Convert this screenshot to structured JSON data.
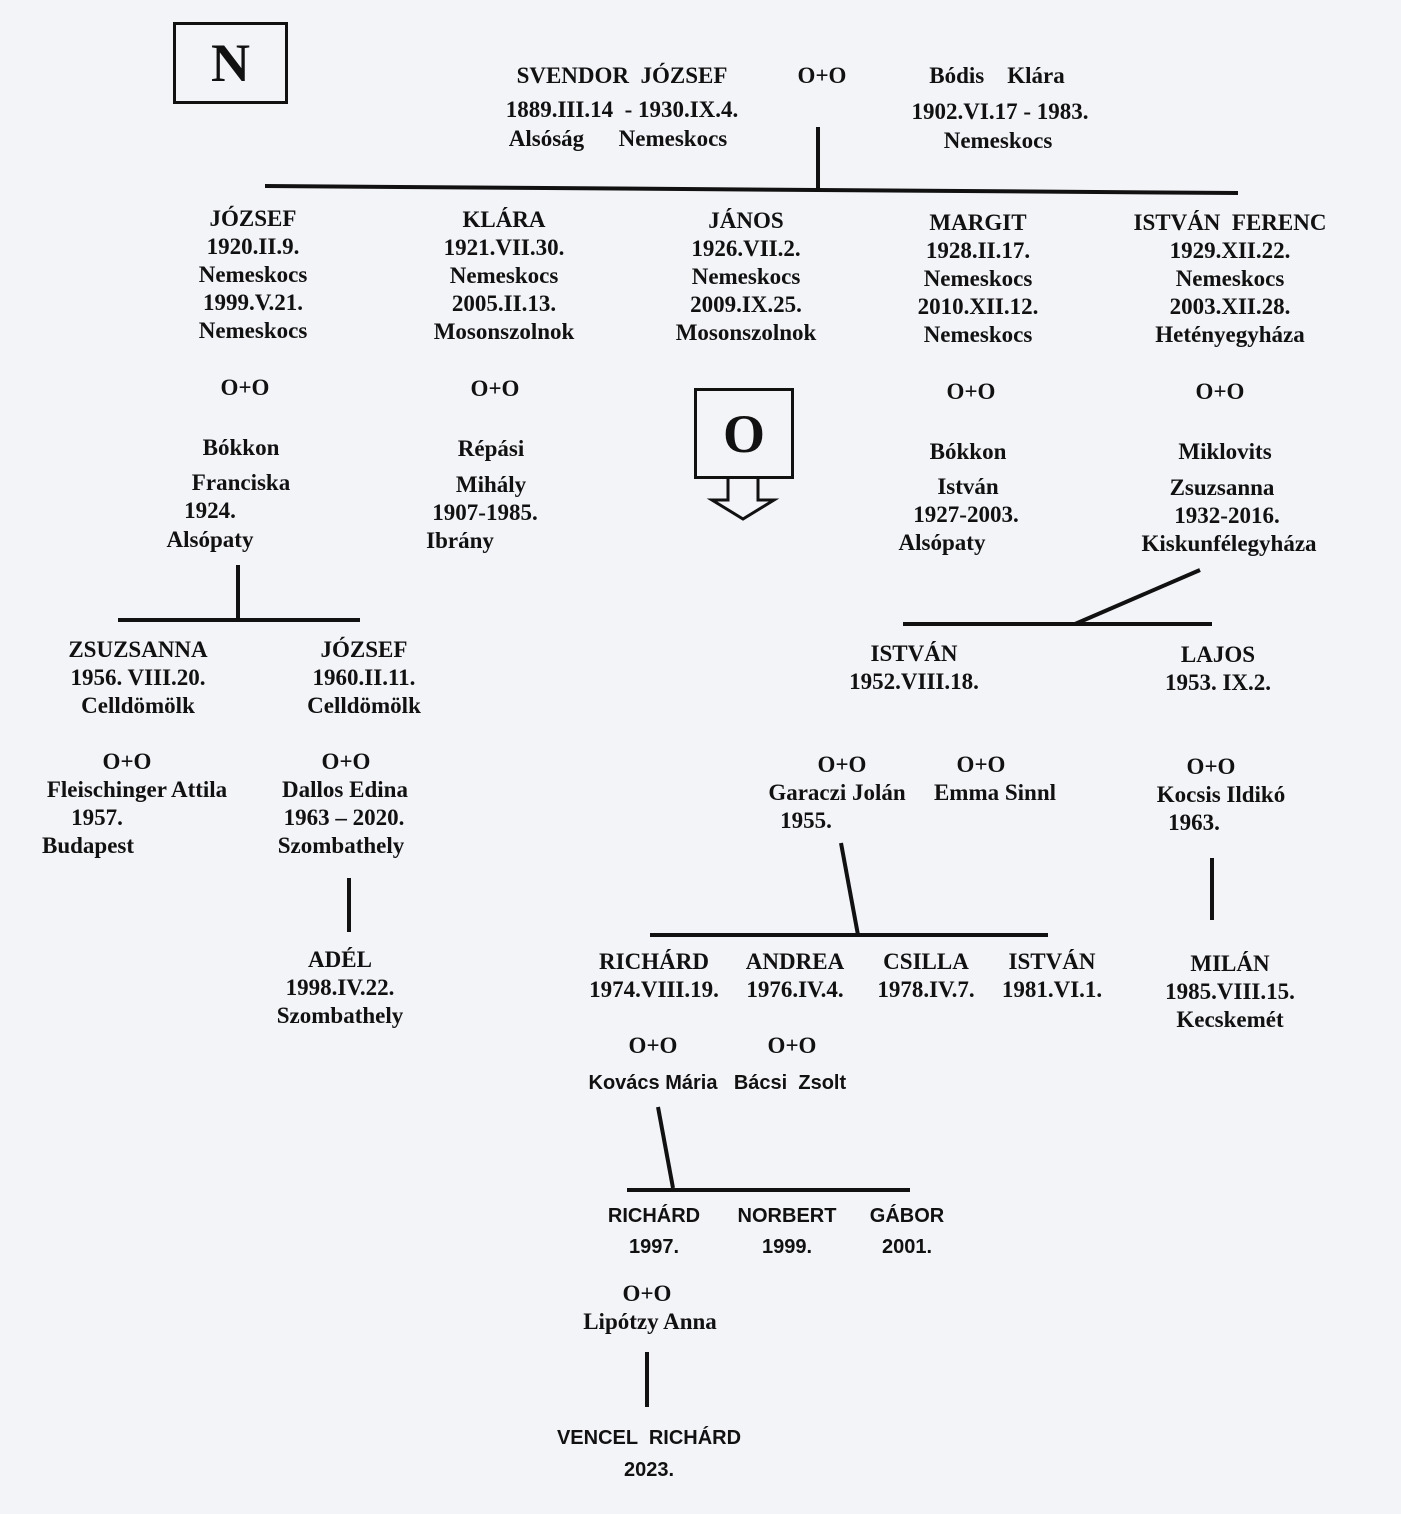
{
  "boxes": {
    "top": "N",
    "continuation": "O"
  },
  "parents": {
    "father": {
      "name": "SVENDOR  JÓZSEF",
      "dates": "1889.III.14  - 1930.IX.4.",
      "places": "Alsóság      Nemeskocs"
    },
    "marriage": "O+O",
    "mother": {
      "name": "Bódis    Klára",
      "dates": "1902.VI.17 - 1983.",
      "place": "Nemeskocs"
    }
  },
  "children": [
    {
      "name": "JÓZSEF",
      "birth": "1920.II.9.",
      "birth_place": "Nemeskocs",
      "death": "1999.V.21.",
      "death_place": "Nemeskocs",
      "marriage": "O+O",
      "spouse": [
        "Bókkon",
        "Franciska",
        "1924.",
        "Alsópaty"
      ]
    },
    {
      "name": "KLÁRA",
      "birth": "1921.VII.30.",
      "birth_place": "Nemeskocs",
      "death": "2005.II.13.",
      "death_place": "Mosonszolnok",
      "marriage": "O+O",
      "spouse": [
        "Répási",
        "Mihály",
        "1907-1985.",
        "Ibrány"
      ]
    },
    {
      "name": "JÁNOS",
      "birth": "1926.VII.2.",
      "birth_place": "Nemeskocs",
      "death": "2009.IX.25.",
      "death_place": "Mosonszolnok"
    },
    {
      "name": "MARGIT",
      "birth": "1928.II.17.",
      "birth_place": "Nemeskocs",
      "death": "2010.XII.12.",
      "death_place": "Nemeskocs",
      "marriage": "O+O",
      "spouse": [
        "Bókkon",
        "István",
        "1927-2003.",
        "Alsópaty"
      ]
    },
    {
      "name": "ISTVÁN  FERENC",
      "birth": "1929.XII.22.",
      "birth_place": "Nemeskocs",
      "death": "2003.XII.28.",
      "death_place": "Hetényegyháza",
      "marriage": "O+O",
      "spouse": [
        "Miklovits",
        "Zsuzsanna",
        "1932-2016.",
        "Kiskunfélegyháza"
      ]
    }
  ],
  "grandchildren_jozsef": [
    {
      "name": "ZSUZSANNA",
      "birth": "1956. VIII.20.",
      "place": "Celldömölk",
      "marriage": "O+O",
      "spouse": [
        "Fleischinger Attila",
        "1957.",
        "Budapest"
      ]
    },
    {
      "name": "JÓZSEF",
      "birth": "1960.II.11.",
      "place": "Celldömölk",
      "marriage": "O+O",
      "spouse": [
        "Dallos Edina",
        "1963 – 2020.",
        "Szombathely"
      ],
      "child": {
        "name": "ADÉL",
        "birth": "1998.IV.22.",
        "place": "Szombathely"
      }
    }
  ],
  "grandchildren_margit": [
    {
      "name": "ISTVÁN",
      "birth": "1952.VIII.18.",
      "marriages": [
        {
          "marriage": "O+O",
          "spouse": "Garaczi Jolán",
          "year": "1955."
        },
        {
          "marriage": "O+O",
          "spouse": "Emma Sinnl"
        }
      ]
    },
    {
      "name": "LAJOS",
      "birth": "1953. IX.2.",
      "marriage": "O+O",
      "spouse": "Kocsis Ildikó",
      "year": "1963.",
      "child": {
        "name": "MILÁN",
        "birth": "1985.VIII.15.",
        "place": "Kecskemét"
      }
    }
  ],
  "great_grandchildren": [
    {
      "name": "RICHÁRD",
      "birth": "1974.VIII.19.",
      "marriage": "O+O",
      "spouse": "Kovács Mária"
    },
    {
      "name": "ANDREA",
      "birth": "1976.IV.4.",
      "marriage": "O+O",
      "spouse": "Bácsi  Zsolt"
    },
    {
      "name": "CSILLA",
      "birth": "1978.IV.7."
    },
    {
      "name": "ISTVÁN",
      "birth": "1981.VI.1."
    }
  ],
  "richard_children": [
    {
      "name": "RICHÁRD",
      "birth": "1997.",
      "marriage": "O+O",
      "spouse": "Lipótzy Anna"
    },
    {
      "name": "NORBERT",
      "birth": "1999."
    },
    {
      "name": "GÁBOR",
      "birth": "2001."
    }
  ],
  "youngest": {
    "name": "VENCEL  RICHÁRD",
    "birth": "2023."
  }
}
